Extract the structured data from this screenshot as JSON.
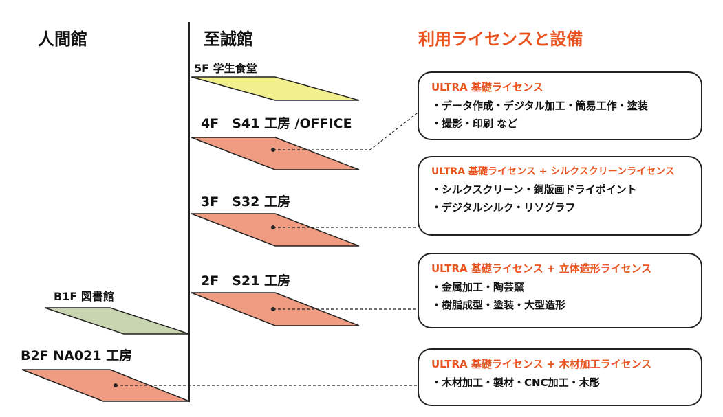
{
  "headers": {
    "ningenkan": "人間館",
    "shiseikan": "至誠館",
    "license": "利用ライセンスと設備"
  },
  "floors": {
    "f5": "5F 学生食堂",
    "f4": "4F　S41 工房 /OFFICE",
    "f3": "3F　S32 工房",
    "f2": "2F　S21 工房",
    "b1": "B1F 図書館",
    "b2": "B2F NA021 工房"
  },
  "cards": [
    {
      "title": "ULTRA 基礎ライセンス",
      "items": [
        "・データ作成・デジタル加工・簡易工作・塗装",
        "・撮影・印刷 など"
      ]
    },
    {
      "title": "ULTRA 基礎ライセンス + シルクスクリーンライセンス",
      "items": [
        "・シルクスクリーン・銅版画ドライポイント",
        "・デジタルシルク・リソグラフ"
      ]
    },
    {
      "title": "ULTRA 基礎ライセンス + 立体造形ライセンス",
      "items": [
        "・金属加工・陶芸窯",
        "・樹脂成型・塗装・大型造形"
      ]
    },
    {
      "title": "ULTRA 基礎ライセンス + 木材加工ライセンス",
      "items": [
        "・木材加工・製材・CNC加工・木彫"
      ]
    }
  ],
  "colors": {
    "accent": "#e8531f",
    "workshop_floor": "#ef9c82",
    "cafeteria_floor": "#f2ef8e",
    "library_floor": "#c8d5b0",
    "line": "#222222"
  }
}
